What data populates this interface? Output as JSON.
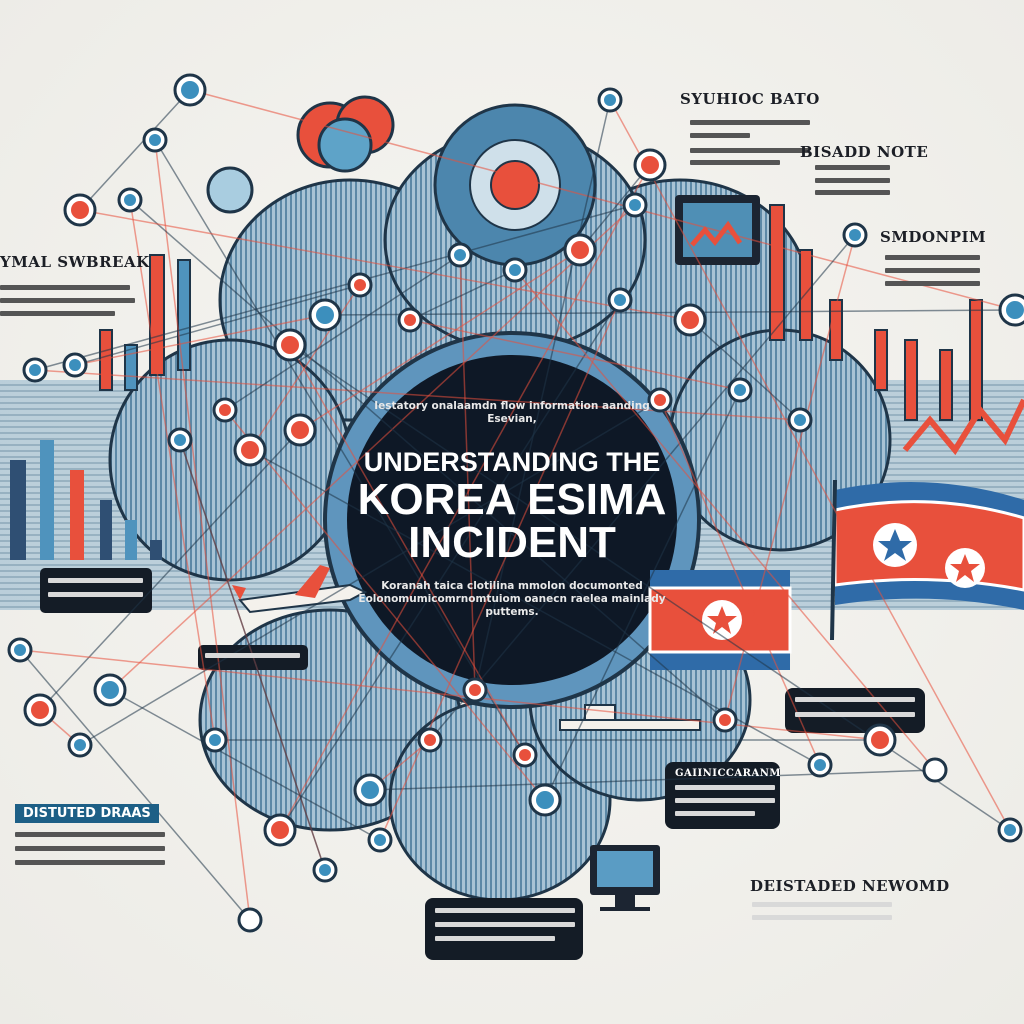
{
  "center": {
    "intro": "Iestatory onalaamdn flow information aanding Esevian,",
    "title_line1": "UNDERSTANDING THE",
    "title_line2": "KOREA ESIMA",
    "title_line3": "INCIDENT",
    "description": "Koranah taica clotilina mmolon documonted Eolonomumicomrnomtuiom oanecn raelea mainlady puttems."
  },
  "headings": {
    "top_right_1": "SYUHIOC BATO",
    "top_right_2": "BISADD NOTE",
    "right_mid": "SMDONPIM",
    "left_top": "YMAL SWBREAK",
    "left_bottom": "DISTUTED DRAAS",
    "bottom_right": "DEISTADED NEWOMD",
    "callout": "GAIINICCARANM"
  },
  "colors": {
    "background": "#efeee9",
    "navy": "#0f1a2b",
    "blue": "#3c7fa8",
    "light_blue": "#8fb7cf",
    "red": "#e8503c",
    "flag_blue": "#2f6ba8"
  },
  "icons": [
    "network-node-icon",
    "flag-icon",
    "airplane-icon",
    "monitor-icon",
    "ship-icon",
    "chart-icon",
    "cloud-icon"
  ]
}
